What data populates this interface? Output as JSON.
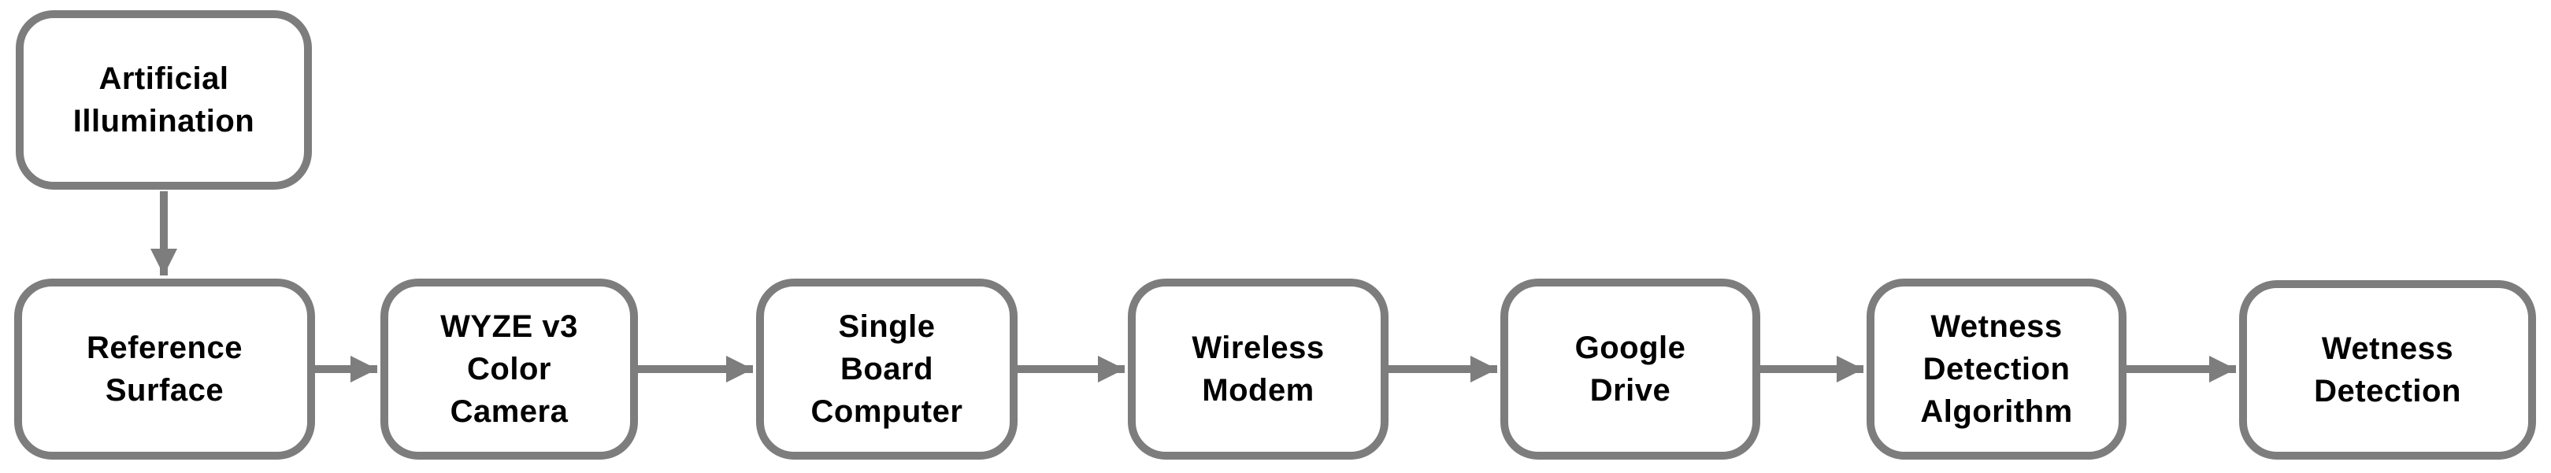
{
  "diagram": {
    "type": "flowchart",
    "background": "#ffffff"
  },
  "colors": {
    "border": "#7d7d7d",
    "arrow": "#7d7d7d",
    "text": "#000000",
    "background": "#ffffff"
  },
  "nodes": [
    {
      "id": "artificial-illumination",
      "label": "Artificial\nIllumination"
    },
    {
      "id": "reference-surface",
      "label": "Reference\nSurface"
    },
    {
      "id": "wyze-v3-color-camera",
      "label": "WYZE v3\nColor\nCamera"
    },
    {
      "id": "single-board-computer",
      "label": "Single\nBoard\nComputer"
    },
    {
      "id": "wireless-modem",
      "label": "Wireless\nModem"
    },
    {
      "id": "google-drive",
      "label": "Google\nDrive"
    },
    {
      "id": "wetness-detection-algorithm",
      "label": "Wetness\nDetection\nAlgorithm"
    },
    {
      "id": "wetness-detection",
      "label": "Wetness\nDetection"
    }
  ],
  "edges": [
    {
      "from": "Artificial Illumination",
      "to": "Reference Surface",
      "direction": "down"
    },
    {
      "from": "Reference Surface",
      "to": "WYZE v3 Color Camera",
      "direction": "right"
    },
    {
      "from": "WYZE v3 Color Camera",
      "to": "Single Board Computer",
      "direction": "right"
    },
    {
      "from": "Single Board Computer",
      "to": "Wireless Modem",
      "direction": "right"
    },
    {
      "from": "Wireless Modem",
      "to": "Google Drive",
      "direction": "right"
    },
    {
      "from": "Google Drive",
      "to": "Wetness Detection Algorithm",
      "direction": "right"
    },
    {
      "from": "Wetness Detection Algorithm",
      "to": "Wetness Detection",
      "direction": "right"
    }
  ]
}
